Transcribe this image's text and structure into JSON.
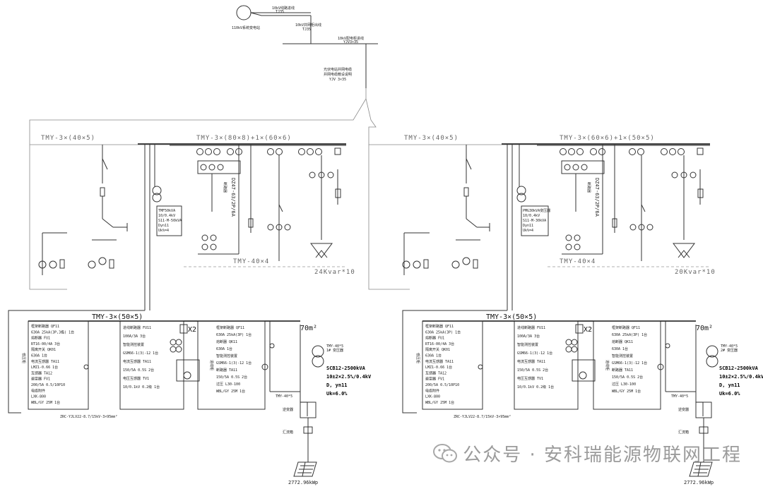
{
  "top": {
    "grid_label": "110kV系统变电站",
    "line1": [
      "10kV线路进线",
      "TJ35"
    ],
    "line2": [
      "10kV并网柜出线",
      "TJ35"
    ],
    "line3": [
      "10kV配电柜进线",
      "YJV3×35"
    ],
    "line4": [
      "光伏电站并网电缆",
      "并网电缆敷设说明",
      "YJV 3×35"
    ]
  },
  "left": {
    "bus_label": "TMY-3×(40×5)",
    "bus2_label": "TMY-3×(80×8)+1×(60×6)",
    "pe_label": "TMY-40×4",
    "cap_label": "24Kvar*10",
    "tx_box": [
      "TMF50kVA",
      "10/0.4kV",
      "S11-M-50kVA",
      "Dyn11",
      "Uk%=4"
    ],
    "vert_text": "DZ47-63/2P/6A",
    "vert_text2": "断路器",
    "ac_bus": "TMY-3×(50×5)",
    "cabinet1": [
      "框架断路器 QF11",
      "630A 25kA(3P,3极) 1台",
      "熔断器 FU1",
      "RT16-00/4A 3台",
      "隔离开关 QK01",
      "630A 1台",
      "电流互感器 TA11",
      "LMZ1-0.66 1台",
      "互感器 TA12",
      "避雷器 FV1",
      "200/5A 0.5/10P10",
      "电缆附件",
      "LXK-800",
      "WBL/GY 25M 1台"
    ],
    "cabinet1_tag": "低压柜",
    "cabinet2": [
      "进线断路器 FU11",
      "100A/3A 3台",
      "智能测控装置",
      "GSM66-1(3)-12 1台",
      "电流互感器 TA11",
      "150/5A 0.5S 2台",
      "电压互感器 TV1",
      "10/0.1kV 0.2级 1台"
    ],
    "cabinet3": [
      "框架断路器 QF11",
      "630A 25kA(3P) 1台",
      "熔断器 QK11",
      "630A 1台",
      "智能测控装置",
      "GSM66-1(3)-12 1台",
      "断路器 TA11",
      "150/5A 0.5S 2台",
      "过压 L30-100",
      "WBL/GY 25M 1台"
    ],
    "cabinet3_tag": "进线柜",
    "x2": "X2",
    "area": "70m²",
    "sec_tx": [
      "SCB12-2500kVA",
      "10±2×2.5%/0.4kV",
      "D, yn11",
      "Uk=6.0%"
    ],
    "sec_tx_small": [
      "TMY-40*5",
      "1# 变压器"
    ],
    "inverter": "逆变器",
    "combiner": "汇流箱",
    "pv": "2772.96kWp",
    "pv_cable": "ZRC-YJLV22-8.7/15kV-3×95mm²",
    "tag_small": "TMY-40*5"
  },
  "right": {
    "bus_label": "TMY-3×(40×5)",
    "bus2_label": "TMY-3×(60×6)+1×(50×5)",
    "pe_label": "TMY-40×4",
    "cap_label": "20Kvar*10",
    "tx_box": [
      "PMG30kVA变压器",
      "10/0.4kV",
      "S11-M-30kVA",
      "Dyn11",
      "Uk%=4"
    ],
    "vert_text": "DZ47-63/2P/6A",
    "vert_text2": "断路器",
    "ac_bus": "TMY-3×(50×5)",
    "cabinet1": [
      "框架断路器 QF11",
      "630A 25kA(3P) 1台",
      "熔断器 FU1",
      "RT16-00/4A 3台",
      "隔离开关 QK01",
      "630A 1台",
      "电流互感器 TA11",
      "LMZ1-0.66 1台",
      "互感器 TA12",
      "避雷器 FV1",
      "200/5A 0.5/10P10",
      "电缆附件",
      "LXK-800",
      "WBL/GY 25M 1台"
    ],
    "cabinet1_tag": "低压柜",
    "cabinet2": [
      "进线断路器 FU11",
      "100A/3A 3台",
      "智能测控装置",
      "GSM66-1(3)-12 1台",
      "电流互感器 TA11",
      "150/5A 0.5S 2台",
      "电压互感器 TV1",
      "10/0.1kV 0.2级 1台"
    ],
    "cabinet3": [
      "框架断路器 QF11",
      "630A 25kA(3P) 1台",
      "熔断器 QK11",
      "630A 1台",
      "智能测控装置",
      "GSM66-1(3)-12 1台",
      "断路器 TA11",
      "150/5A 0.5S 2台",
      "过压 L30-100",
      "WBL/GY 25M 1台"
    ],
    "cabinet3_tag": "进线柜",
    "x2": "X2",
    "area": "70m²",
    "sec_tx": [
      "SCB12-2500kVA",
      "10±2×2.5%/0.4kV",
      "D, yn11",
      "Uk=6.0%"
    ],
    "sec_tx_small": [
      "TMY-40*5",
      "2# 变压器"
    ],
    "inverter": "逆变器",
    "combiner": "汇流箱",
    "pv": "2772.96kWp",
    "pv_cable": "ZRC-YJLV22-8.7/15kV-3×95mm²",
    "tag_small": "TMY-40*5"
  },
  "watermark": {
    "text": "公众号 · 安科瑞能源物联网工程",
    "icon": "wechat-icon"
  }
}
